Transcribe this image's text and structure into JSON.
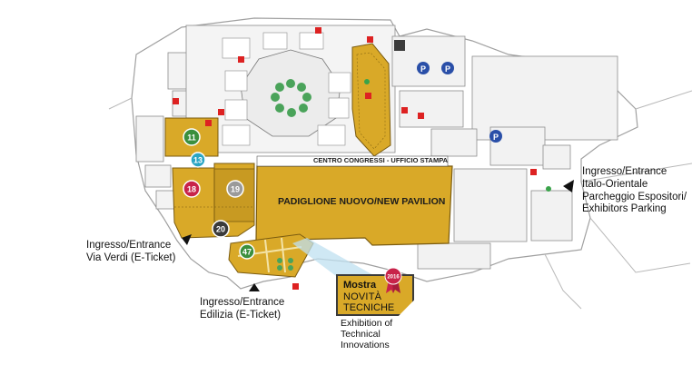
{
  "pavilion_numbers": [
    "11",
    "13",
    "18",
    "19",
    "20",
    "47"
  ],
  "new_pavilion_label": "PADIGLIONE NUOVO/NEW PAVILION",
  "centro_label": "CENTRO CONGRESSI - UFFICIO STAMPA",
  "entrances": {
    "verdi": {
      "line1": "Ingresso/Entrance",
      "line2": "Via Verdi (E-Ticket)"
    },
    "edilizia": {
      "line1": "Ingresso/Entrance",
      "line2": "Edilizia (E-Ticket)"
    },
    "italo": {
      "line1": "Ingresso/Entrance",
      "line2": "Italo-Orientale",
      "line3": "Parcheggio Espositori/",
      "line4": "Exhibitors Parking"
    }
  },
  "mostra": {
    "line1": "Mostra",
    "line2": "NOVITÀ",
    "line3": "TECNICHE",
    "seal": "2016"
  },
  "exhibition": {
    "line1": "Exhibition of",
    "line2": "Technical",
    "line3": "Innovations"
  },
  "colors": {
    "pavilion_fill": "#d9a928",
    "pavilion_dark": "#b7861a",
    "circle_green": "#3b8f3d",
    "circle_teal": "#2aa5c4",
    "circle_red": "#c8234a",
    "circle_gray": "#9a9a9a",
    "circle_black": "#3a3a3a",
    "parking_blue": "#2a4fa8"
  },
  "icons": [
    "parking-icon",
    "info-icon",
    "first-aid-icon",
    "entrance-arrow-icon",
    "award-ribbon-icon"
  ]
}
